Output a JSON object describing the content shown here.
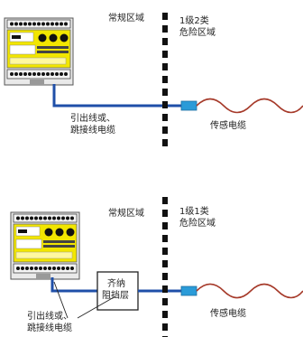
{
  "top_panel": {
    "zone_ordinary": "常规区域",
    "zone_hazard_line1": "1级2类",
    "zone_hazard_line2": "危险区域",
    "lead_wire_line1": "引出线或、",
    "lead_wire_line2": "跳接线电缆",
    "sensor_cable": "传感电缆"
  },
  "bottom_panel": {
    "zone_ordinary": "常规区域",
    "zone_hazard_line1": "1级1类",
    "zone_hazard_line2": "危险区域",
    "barrier_line1": "齐纳",
    "barrier_line2": "阻挡层",
    "lead_wire_line1": "引出线或、",
    "lead_wire_line2": "跳接线电缆",
    "sensor_cable": "传感电缆"
  },
  "colors": {
    "device_yellow": "#f2e600",
    "lead_blue": "#1f4fa8",
    "connector_blue": "#2a9bd8",
    "sensor_red": "#a63a2a",
    "divider_black": "#111111"
  }
}
